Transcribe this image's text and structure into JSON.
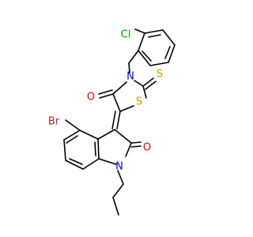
{
  "molecule": {
    "atoms": {
      "cl": {
        "label": "Cl",
        "color": "#00a000"
      },
      "n3": {
        "label": "N",
        "color": "#0000ff"
      },
      "o4": {
        "label": "O",
        "color": "#ff0000"
      },
      "s1": {
        "label": "S",
        "color": "#c8a000"
      },
      "s_thioxo": {
        "label": "S",
        "color": "#c8a000"
      },
      "br": {
        "label": "Br",
        "color": "#a52a2a"
      },
      "o2": {
        "label": "O",
        "color": "#ff0000"
      },
      "n1": {
        "label": "N",
        "color": "#0000ff"
      }
    }
  }
}
